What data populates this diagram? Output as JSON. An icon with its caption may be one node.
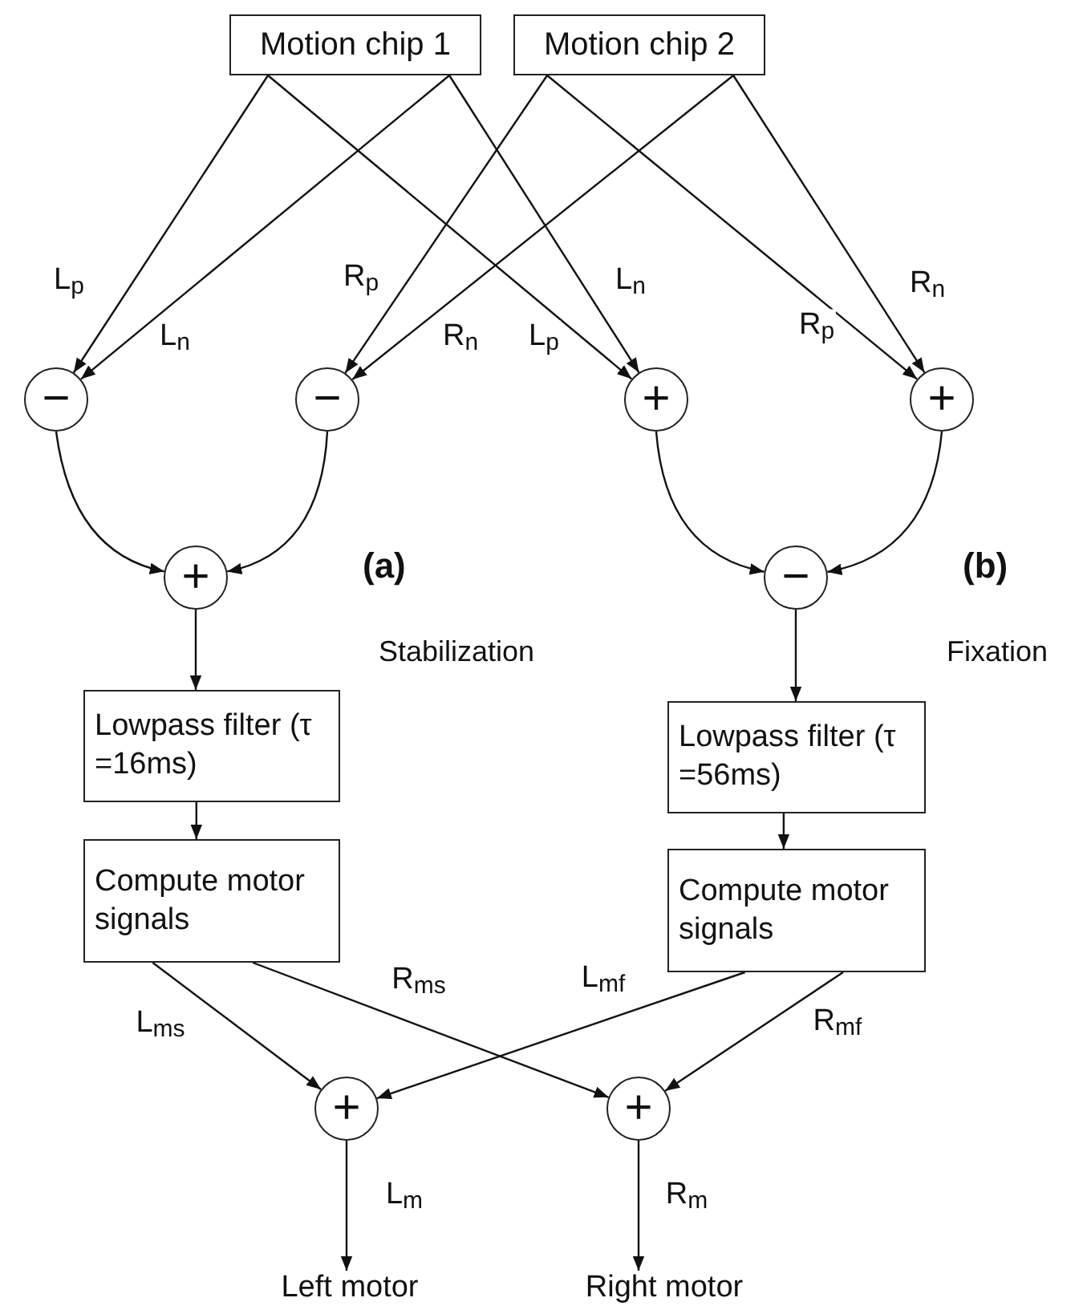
{
  "diagram": {
    "nodes": [
      {
        "text": [
          "Motion chip 1"
        ]
      },
      {
        "text": [
          "Motion chip 2"
        ]
      },
      {
        "text": [
          "−"
        ]
      },
      {
        "text": [
          "−"
        ]
      },
      {
        "text": [
          "+"
        ]
      },
      {
        "text": [
          "+"
        ]
      },
      {
        "text": [
          "+"
        ]
      },
      {
        "text": [
          "−"
        ]
      },
      {
        "text": [
          "Lowpass filter (τ =16ms)"
        ]
      },
      {
        "text": [
          "Compute motor signals"
        ]
      },
      {
        "text": [
          "Lowpass filter (τ =56ms)"
        ]
      },
      {
        "text": [
          "Compute motor signals"
        ]
      },
      {
        "text": [
          "+"
        ]
      },
      {
        "text": [
          "+"
        ]
      },
      {
        "text": [
          "Left motor"
        ]
      },
      {
        "text": [
          "Right motor"
        ]
      }
    ],
    "edges": [
      {
        "from": 0,
        "to": 2,
        "arrow": "to",
        "label": "L$_{p}$"
      },
      {
        "from": 0,
        "to": 2,
        "arrow": "to",
        "label": "L$_{n}$"
      },
      {
        "from": 1,
        "to": 3,
        "arrow": "to",
        "label": "R$_{p}$"
      },
      {
        "from": 1,
        "to": 3,
        "arrow": "to",
        "label": "R$_{n}$"
      },
      {
        "from": 0,
        "to": 4,
        "arrow": "to",
        "label": "L$_{n}$"
      },
      {
        "from": 0,
        "to": 4,
        "arrow": "to",
        "label": "L$_{p}$"
      },
      {
        "from": 1,
        "to": 5,
        "arrow": "to",
        "label": "R$_{n}$"
      },
      {
        "from": 1,
        "to": 5,
        "arrow": "to",
        "label": "R$_{p}$"
      },
      {
        "from": 2,
        "to": 6,
        "arrow": "to"
      },
      {
        "from": 3,
        "to": 6,
        "arrow": "to"
      },
      {
        "from": 4,
        "to": 7,
        "arrow": "to"
      },
      {
        "from": 5,
        "to": 7,
        "arrow": "to"
      },
      {
        "from": 6,
        "to": 8,
        "arrow": "to"
      },
      {
        "from": 8,
        "to": 9,
        "arrow": "to"
      },
      {
        "from": 7,
        "to": 10,
        "arrow": "to"
      },
      {
        "from": 10,
        "to": 11,
        "arrow": "to"
      },
      {
        "from": 9,
        "to": 12,
        "arrow": "to",
        "label": "L$_{ms}$"
      },
      {
        "from": 9,
        "to": 13,
        "arrow": "to",
        "label": "R$_{ms}$"
      },
      {
        "from": 11,
        "to": 12,
        "arrow": "to",
        "label": "L$_{mf}$"
      },
      {
        "from": 11,
        "to": 13,
        "arrow": "to",
        "label": "R$_{mf}$"
      },
      {
        "from": 12,
        "to": 14,
        "arrow": "to",
        "label": "L$_{m}$"
      },
      {
        "from": 13,
        "to": 15,
        "arrow": "to",
        "label": "R$_{m}$"
      }
    ],
    "labels": [
      "(a)",
      "Stabilization",
      "(b)",
      "Fixation"
    ]
  }
}
